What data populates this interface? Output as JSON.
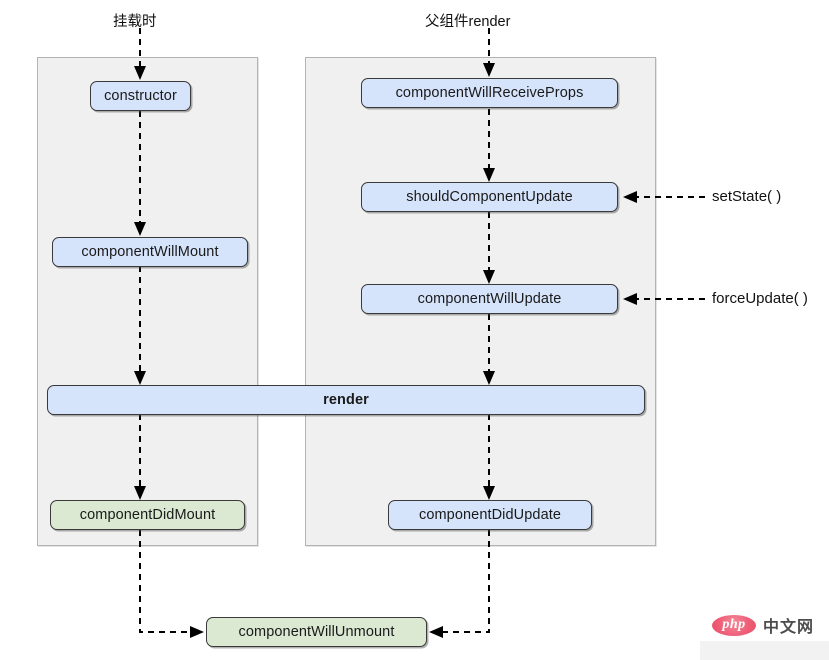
{
  "diagram": {
    "title_mount": "挂载时",
    "title_update": "父组件render",
    "mount_nodes": [
      {
        "id": "constructor",
        "label": "constructor",
        "color": "blue"
      },
      {
        "id": "componentWillMount",
        "label": "componentWillMount",
        "color": "blue"
      },
      {
        "id": "componentDidMount",
        "label": "componentDidMount",
        "color": "green"
      }
    ],
    "update_nodes": [
      {
        "id": "componentWillReceiveProps",
        "label": "componentWillReceiveProps",
        "color": "blue"
      },
      {
        "id": "shouldComponentUpdate",
        "label": "shouldComponentUpdate",
        "color": "blue"
      },
      {
        "id": "componentWillUpdate",
        "label": "componentWillUpdate",
        "color": "blue"
      },
      {
        "id": "componentDidUpdate",
        "label": "componentDidUpdate",
        "color": "blue"
      }
    ],
    "shared_nodes": [
      {
        "id": "render",
        "label": "render",
        "color": "blue"
      },
      {
        "id": "componentWillUnmount",
        "label": "componentWillUnmount",
        "color": "green"
      }
    ],
    "external_triggers": [
      {
        "id": "setState",
        "label": "setState( )",
        "target": "shouldComponentUpdate"
      },
      {
        "id": "forceUpdate",
        "label": "forceUpdate( )",
        "target": "componentWillUpdate"
      }
    ],
    "colors": {
      "node_blue": "#d6e4fb",
      "node_green": "#dbe9d2",
      "panel_fill": "#f0f0f0",
      "panel_border": "#b3b3b3",
      "node_border": "#3a3a3a",
      "edge": "#000000",
      "watermark_accent": "#e94c66"
    }
  },
  "watermark": {
    "logo_text": "php",
    "site_text": "中文网"
  }
}
